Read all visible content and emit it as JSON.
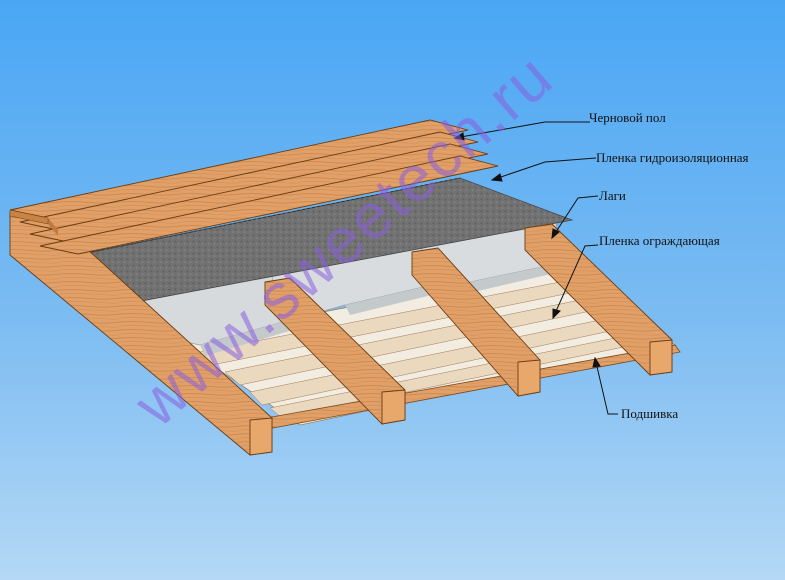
{
  "diagram": {
    "background_top": "#4aa6f4",
    "background_bottom": "#b4d8f5",
    "wood_color": "#e0a067",
    "film_color": "#6f6f6f",
    "insulation_color": "#d6dadc",
    "watermark": "www.sweetech.ru",
    "labels": {
      "subfloor": "Черновой пол",
      "waterproof_film": "Пленка гидроизоляционная",
      "joists": "Лаги",
      "protective_film": "Пленка ограждающая",
      "lining": "Подшивка"
    }
  }
}
